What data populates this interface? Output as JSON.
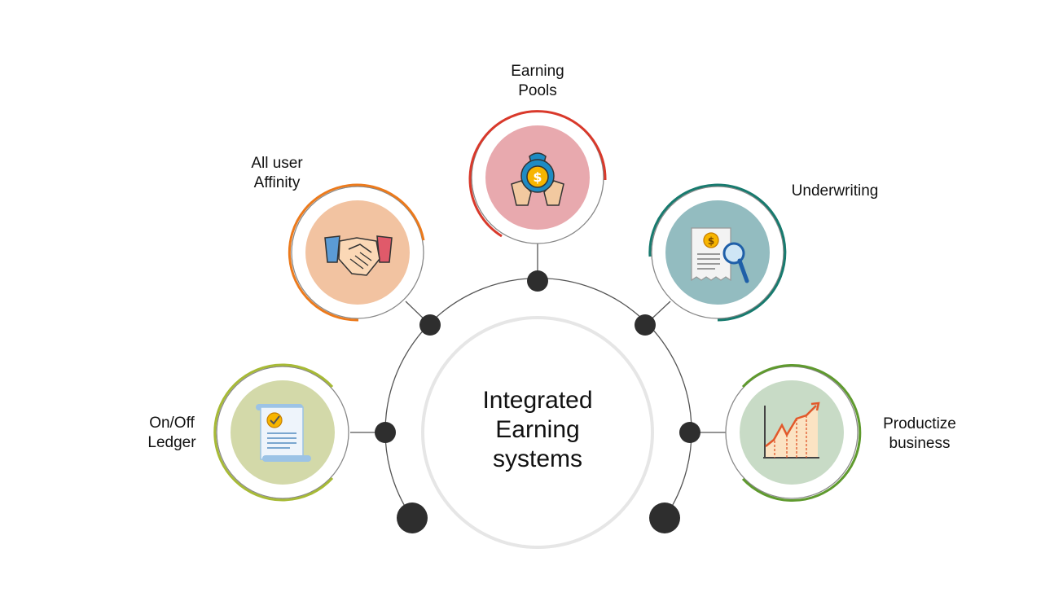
{
  "center": {
    "line1": "Integrated",
    "line2": "Earning",
    "line3": "systems"
  },
  "nodes": [
    {
      "id": "earning-pools",
      "line1": "Earning",
      "line2": "Pools",
      "ring_color": "#d9392b",
      "fill_color": "#e8a9ae",
      "icon": "money-bag-hands-icon"
    },
    {
      "id": "all-user-affinity",
      "line1": "All user",
      "line2": "Affinity",
      "ring_color": "#ec7a1c",
      "fill_color": "#f2c3a1",
      "icon": "handshake-icon"
    },
    {
      "id": "underwriting",
      "line1": "Underwriting",
      "line2": "",
      "ring_color": "#177a6e",
      "fill_color": "#93bcc0",
      "icon": "invoice-magnifier-icon"
    },
    {
      "id": "on-off-ledger",
      "line1": "On/Off",
      "line2": "Ledger",
      "ring_color": "#a7ba36",
      "fill_color": "#d3d9a9",
      "icon": "ledger-scroll-icon"
    },
    {
      "id": "productize-business",
      "line1": "Productize",
      "line2": "business",
      "ring_color": "#5f9a2e",
      "fill_color": "#c8dbc6",
      "icon": "growth-chart-icon"
    }
  ],
  "colors": {
    "connector": "#555555",
    "dot": "#2e2e2e",
    "center_ring": "#e6e6e6"
  }
}
